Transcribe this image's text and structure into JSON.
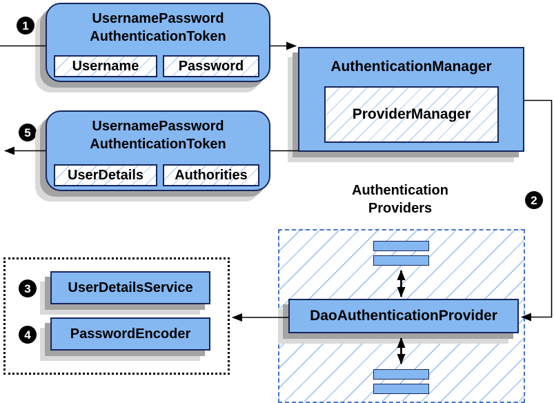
{
  "steps": {
    "one": "1",
    "two": "2",
    "three": "3",
    "four": "4",
    "five": "5"
  },
  "request_token": {
    "title1": "UsernamePassword",
    "title2": "AuthenticationToken",
    "fields": {
      "username": "Username",
      "password": "Password"
    }
  },
  "auth_manager": {
    "title": "AuthenticationManager",
    "provider_manager": "ProviderManager"
  },
  "response_token": {
    "title1": "UsernamePassword",
    "title2": "AuthenticationToken",
    "fields": {
      "user_details": "UserDetails",
      "authorities": "Authorities"
    }
  },
  "providers": {
    "heading1": "Authentication",
    "heading2": "Providers",
    "dao_provider": "DaoAuthenticationProvider"
  },
  "services": {
    "user_details_service": "UserDetailsService",
    "password_encoder": "PasswordEncoder"
  },
  "colors": {
    "node_fill": "#85b7f1",
    "node_border": "#15265b",
    "hatch_line": "#a5c7ef",
    "providers_dashed_border": "#4472c4",
    "shadow_dark": "#a3a3a3",
    "shadow_light": "#d9d9d9",
    "arrow": "#000000"
  }
}
